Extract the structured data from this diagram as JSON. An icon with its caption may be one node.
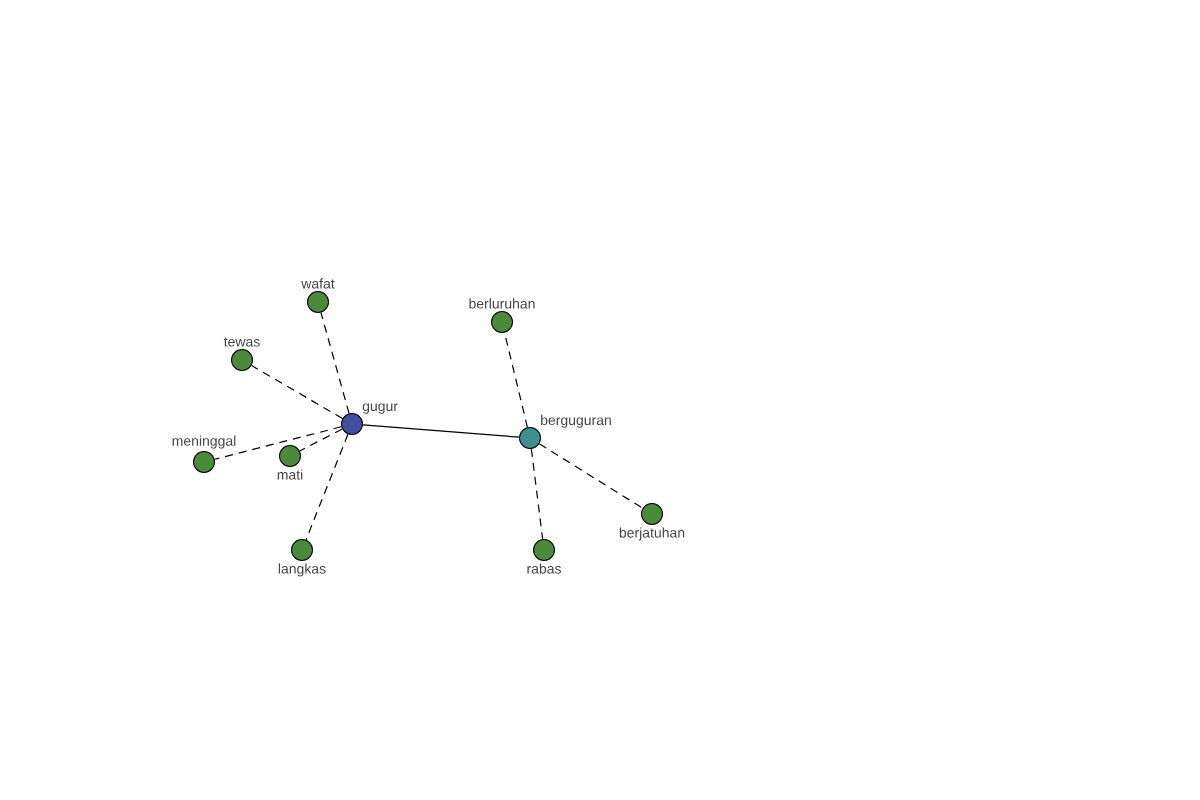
{
  "diagram": {
    "nodes": [
      {
        "text": [
          "gugur"
        ]
      },
      {
        "text": [
          "berguguran"
        ]
      },
      {
        "text": [
          "wafat"
        ]
      },
      {
        "text": [
          "tewas"
        ]
      },
      {
        "text": [
          "meninggal"
        ]
      },
      {
        "text": [
          "mati"
        ]
      },
      {
        "text": [
          "langkas"
        ]
      },
      {
        "text": [
          "berluruhan"
        ]
      },
      {
        "text": [
          "berjatuhan"
        ]
      },
      {
        "text": [
          "rabas"
        ]
      }
    ],
    "edges": [
      {
        "from": 0,
        "to": 1,
        "arrow": "none"
      },
      {
        "from": 0,
        "to": 2,
        "arrow": "none",
        "style": "dashed"
      },
      {
        "from": 0,
        "to": 3,
        "arrow": "none",
        "style": "dashed"
      },
      {
        "from": 0,
        "to": 4,
        "arrow": "none",
        "style": "dashed"
      },
      {
        "from": 0,
        "to": 5,
        "arrow": "none",
        "style": "dashed"
      },
      {
        "from": 0,
        "to": 6,
        "arrow": "none",
        "style": "dashed"
      },
      {
        "from": 1,
        "to": 7,
        "arrow": "none",
        "style": "dashed"
      },
      {
        "from": 1,
        "to": 8,
        "arrow": "none",
        "style": "dashed"
      },
      {
        "from": 1,
        "to": 9,
        "arrow": "none",
        "style": "dashed"
      }
    ]
  }
}
